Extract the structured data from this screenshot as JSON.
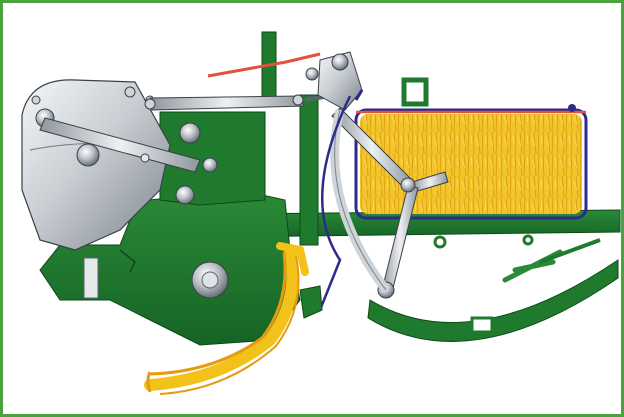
{
  "diagram": {
    "subject": "baler-pickup-cross-section",
    "colors": {
      "frame_border": "#4aa33f",
      "machine_green": "#1f7a2e",
      "machine_green_dark": "#135a1f",
      "steel_light": "#e6e9ec",
      "steel_mid": "#a9b0b7",
      "steel_dark": "#5b636b",
      "hay_yellow": "#f2c21a",
      "hay_orange": "#e59a12",
      "twine_blue": "#2d2a8c",
      "twine_red": "#e2533b"
    },
    "parts": [
      "gearbox-housing",
      "flywheel-housing",
      "plunger-crank-arm",
      "connecting-rod",
      "feeder-chamber",
      "bale-chamber",
      "hay-bale",
      "knotter-assembly",
      "needle-arm",
      "hay-crop-flow",
      "main-frame-beam",
      "pickup-guide"
    ]
  }
}
